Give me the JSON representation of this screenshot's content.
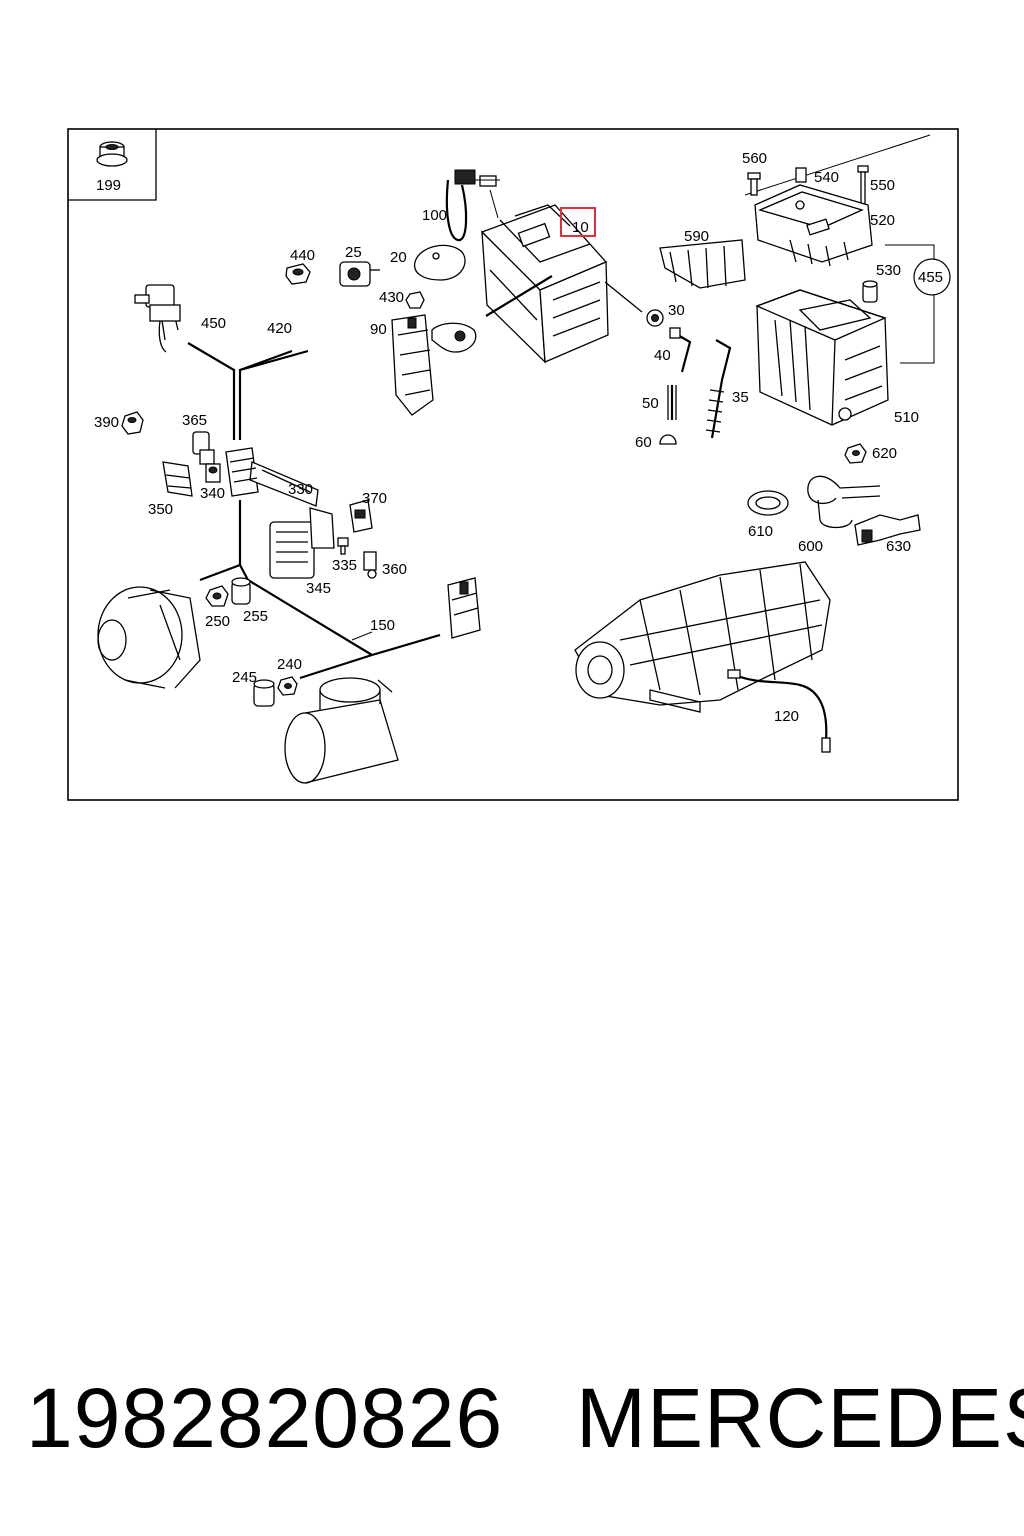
{
  "diagram": {
    "labels": {
      "p199": "199",
      "p100": "100",
      "p10": "10",
      "p560": "560",
      "p540": "540",
      "p550": "550",
      "p520": "520",
      "p590": "590",
      "p530": "530",
      "p455": "455",
      "p440": "440",
      "p25": "25",
      "p20": "20",
      "p430": "430",
      "p90": "90",
      "p450": "450",
      "p420": "420",
      "p30": "30",
      "p40": "40",
      "p50": "50",
      "p35": "35",
      "p60": "60",
      "p510": "510",
      "p390": "390",
      "p365": "365",
      "p620": "620",
      "p330": "330",
      "p370": "370",
      "p340": "340",
      "p350": "350",
      "p610": "610",
      "p600": "600",
      "p630": "630",
      "p335": "335",
      "p360": "360",
      "p345": "345",
      "p250": "250",
      "p255": "255",
      "p150": "150",
      "p240": "240",
      "p245": "245",
      "p120": "120"
    },
    "highlight_color": "#e0303a"
  },
  "footer": {
    "part_number": "1982820826",
    "brand": "MERCEDES"
  }
}
